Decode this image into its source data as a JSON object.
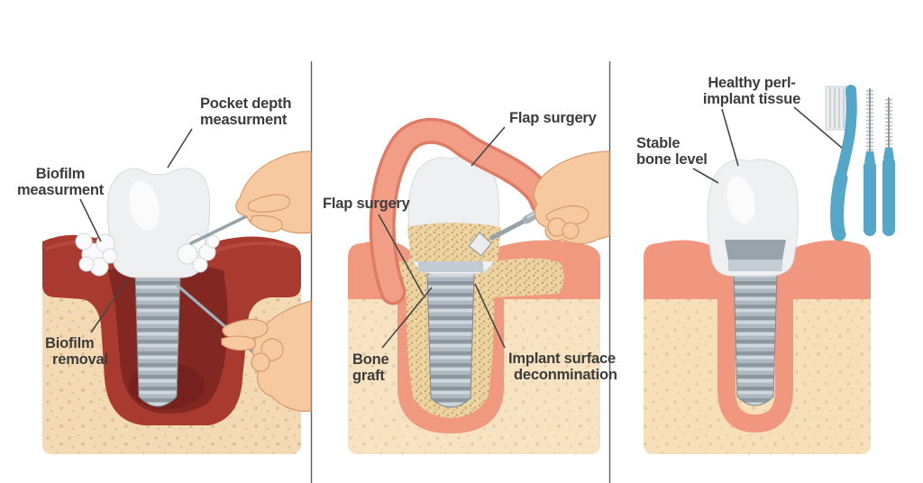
{
  "labels": {
    "panel1": {
      "pocket_depth": [
        "Pocket depth",
        "measurment"
      ],
      "biofilm_measurement": [
        "Biofilm",
        "measurment"
      ],
      "biofilm_removal": [
        "Biofilm",
        "removal"
      ]
    },
    "panel2": {
      "flap_surgery_top": "Flap surgery",
      "flap_surgery_left": "Flap surgery",
      "bone_graft": [
        "Bone",
        "graft"
      ],
      "implant_surface_decontamination": [
        "Implant surface",
        "deconmination"
      ]
    },
    "panel3": {
      "healthy_peri_implant_tissue": [
        "Healthy perl-",
        "implant tissue"
      ],
      "stable_bone_level": [
        "Stable",
        "bone level"
      ]
    }
  },
  "colors": {
    "background": "#ffffff",
    "label_text": "#3c3c3c",
    "leader_line": "#474747",
    "divider": "#5f5f5f",
    "inflamed_gum": "#a93a30",
    "inflamed_gum_dark": "#822722",
    "inflamed_gum_deep": "#6e1d19",
    "healthy_gum": "#f0997f",
    "healthy_gum_right": "#f2977f",
    "flap_outline": "#de7c66",
    "flap_fill": "#f29e86",
    "bone_left": "#f3d9b4",
    "bone_mid": "#f7e2c1",
    "bone_right": "#f7dfba",
    "graft_granules": "#ecd4a2",
    "implant_metal": "#b7c1c9",
    "implant_metal_dark": "#8d97a0",
    "implant_collar": "#99a3ab",
    "crown_white": "#eef0f2",
    "biofilm_foam": "#fafafa",
    "skin": "#f6c9a1",
    "skin_outline": "#d79b6b",
    "brush_blue": "#55a7ca"
  }
}
